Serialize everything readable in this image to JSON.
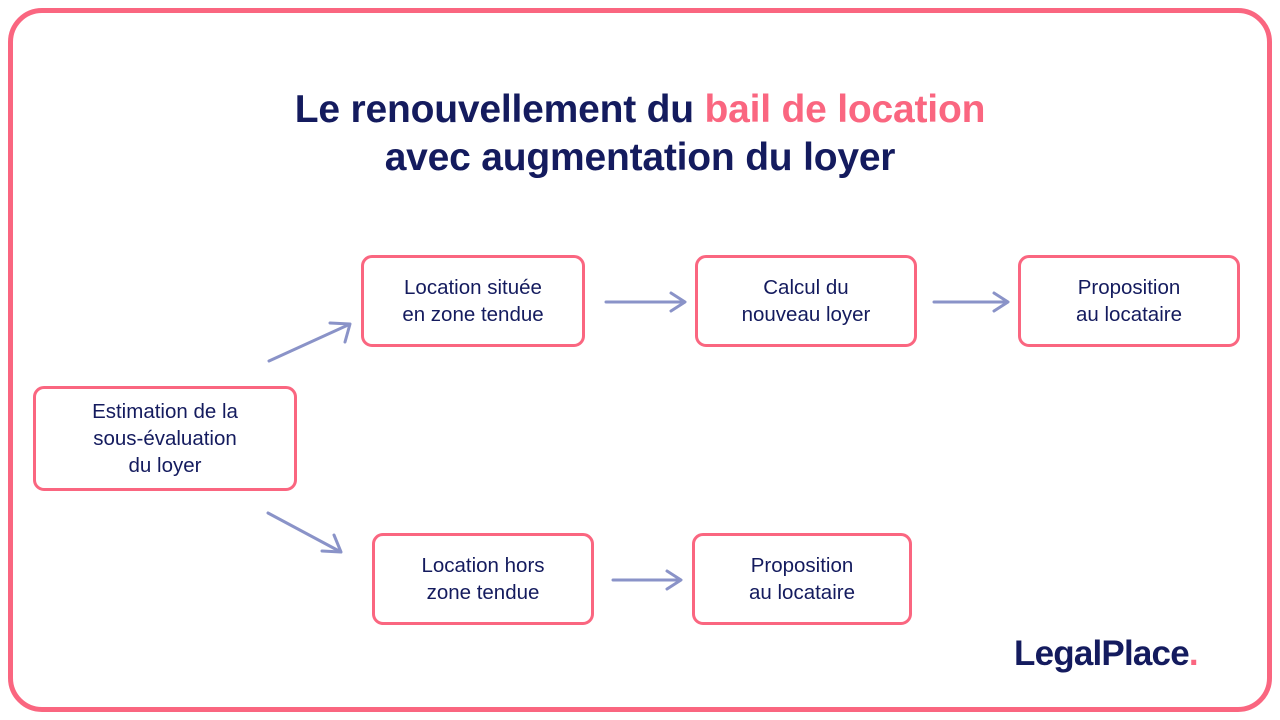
{
  "title": {
    "line1_prefix": "Le renouvellement du ",
    "line1_accent": "bail de location",
    "line2": "avec augmentation du loyer"
  },
  "colors": {
    "navy": "#141B5E",
    "pink": "#FA6680",
    "arrow": "#8A93C8",
    "background": "#FFFFFF"
  },
  "diagram": {
    "nodes": [
      {
        "id": "estimation",
        "lines": [
          "Estimation de la",
          "sous-évaluation",
          "du loyer"
        ]
      },
      {
        "id": "zone-tendue",
        "lines": [
          "Location située",
          "en zone tendue"
        ]
      },
      {
        "id": "calcul",
        "lines": [
          "Calcul du",
          "nouveau loyer"
        ]
      },
      {
        "id": "proposition-1",
        "lines": [
          "Proposition",
          "au locataire"
        ]
      },
      {
        "id": "hors-zone",
        "lines": [
          "Location hors",
          "zone tendue"
        ]
      },
      {
        "id": "proposition-2",
        "lines": [
          "Proposition",
          "au locataire"
        ]
      }
    ],
    "connections": [
      {
        "from": "estimation",
        "to": "zone-tendue",
        "direction": "up-right"
      },
      {
        "from": "estimation",
        "to": "hors-zone",
        "direction": "down-right"
      },
      {
        "from": "zone-tendue",
        "to": "calcul",
        "direction": "right"
      },
      {
        "from": "calcul",
        "to": "proposition-1",
        "direction": "right"
      },
      {
        "from": "hors-zone",
        "to": "proposition-2",
        "direction": "right"
      }
    ]
  },
  "logo": {
    "name": "LegalPlace",
    "dot": "."
  }
}
